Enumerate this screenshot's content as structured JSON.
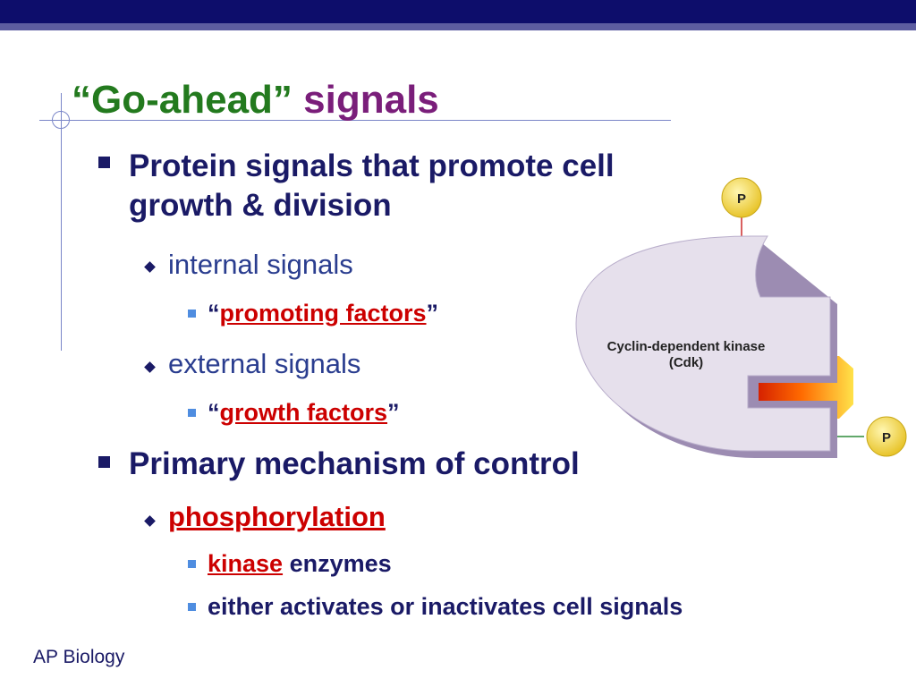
{
  "slide": {
    "title_part1": "“Go-ahead”",
    "title_part2": "signals",
    "bullets": [
      {
        "text_line1": "Protein signals that promote cell",
        "text_line2": "growth & division"
      },
      {
        "text": "internal signals"
      },
      {
        "open_quote": "“",
        "keyword": "promoting factors",
        "close_quote": "”"
      },
      {
        "text": "external signals"
      },
      {
        "open_quote": "“",
        "keyword": "growth factors",
        "close_quote": "”"
      },
      {
        "text": "Primary mechanism of control"
      },
      {
        "keyword": "phosphorylation"
      },
      {
        "keyword": "kinase",
        "suffix": " enzymes"
      },
      {
        "text": "either activates or inactivates cell signals"
      }
    ],
    "footer": "AP Biology"
  },
  "diagram": {
    "enzyme_label_line1": "Cyclin-dependent kinase",
    "enzyme_label_line2": "(Cdk)",
    "phosphate_label": "P"
  },
  "colors": {
    "header_band": "#0d0d6b",
    "title_green": "#237a1e",
    "title_purple": "#7a1e7a",
    "body_navy": "#1a1a66",
    "keyword_red": "#cc0000",
    "enzyme_fill": "#e6e0ec",
    "phosphate_yellow": "#f5e06a"
  }
}
